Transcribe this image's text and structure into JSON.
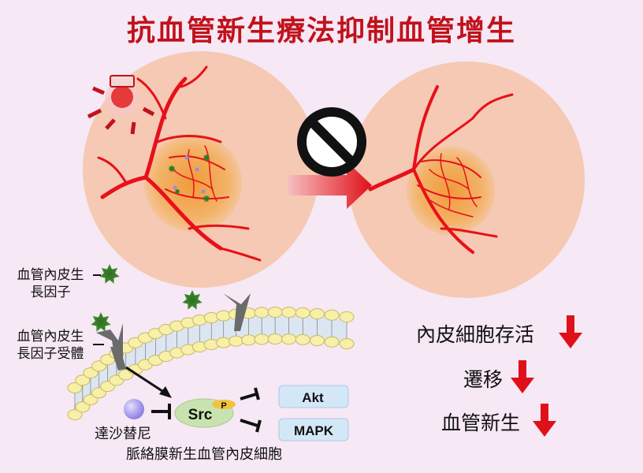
{
  "title": "抗血管新生療法抑制血管增生",
  "labels": {
    "vegf": "血管內皮生\n長因子",
    "vegf_line1": "血管內皮生",
    "vegf_line2": "長因子",
    "vegfr_line1": "血管內皮生",
    "vegfr_line2": "長因子受體",
    "drug": "達沙替尼",
    "cell": "脈絡膜新生血管內皮細胞",
    "src": "Src",
    "phospho": "P",
    "akt": "Akt",
    "mapk": "MAPK"
  },
  "effects": [
    {
      "label": "內皮細胞存活",
      "direction": "down"
    },
    {
      "label": "遷移",
      "direction": "down"
    },
    {
      "label": "血管新生",
      "direction": "down"
    }
  ],
  "icons": [
    "laser-icon",
    "prohibited-icon",
    "arrow-right-icon",
    "down-arrow-icon",
    "vegf-star-icon",
    "receptor-icon"
  ],
  "colors": {
    "title": "#c0121c",
    "vessel": "#e8101a",
    "arrow": "#e0101a",
    "background": "#f6e8f4"
  }
}
